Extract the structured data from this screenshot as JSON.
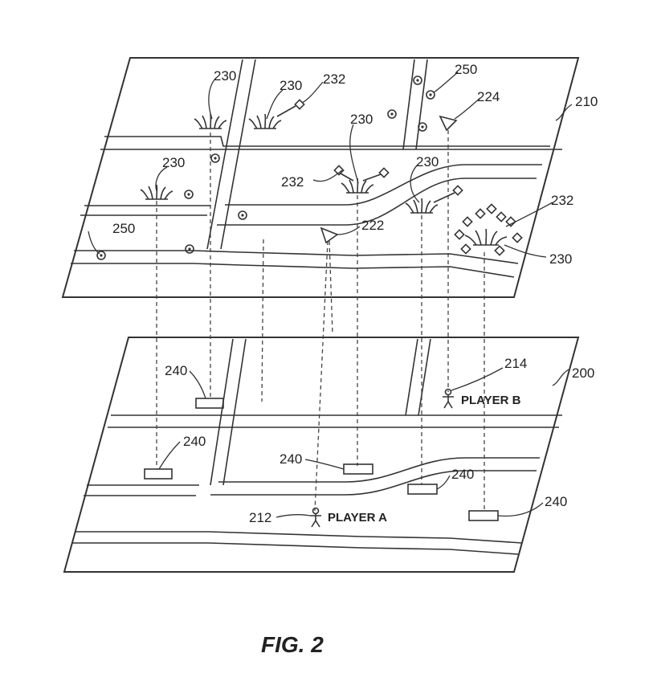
{
  "figure": {
    "caption": "FIG. 2"
  },
  "labels": {
    "virtual_layer": "210",
    "real_layer": "200",
    "player_a_ref": "212",
    "player_b_ref": "214",
    "marker_222": "222",
    "marker_224": "224",
    "plant": "230",
    "diamond_cluster": "232",
    "location_box": "240",
    "coin": "250"
  },
  "players": {
    "a": "PLAYER A",
    "b": "PLAYER B"
  }
}
